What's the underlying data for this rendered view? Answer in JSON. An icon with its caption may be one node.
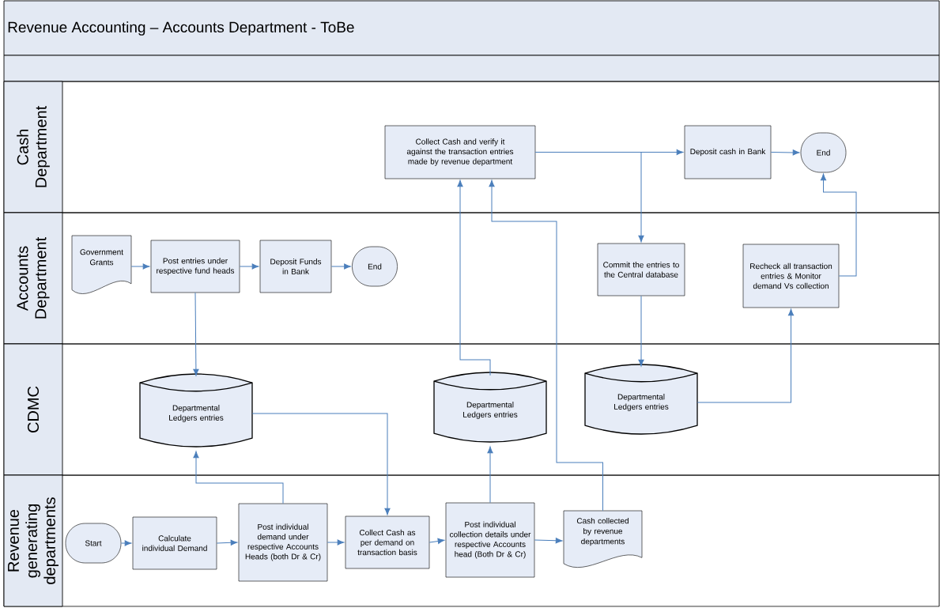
{
  "diagram": {
    "title": "Revenue Accounting – Accounts Department - ToBe",
    "nodes": [
      {
        "text": [
          "Cash Department"
        ]
      },
      {
        "text": [
          "Collect Cash and verify it against the transaction entries made by revenue department"
        ],
        "in": 0
      },
      {
        "text": [
          "Deposit cash in Bank"
        ],
        "in": 0
      },
      {
        "text": [
          "End"
        ],
        "in": 0
      },
      {
        "text": [
          "Accounts Department"
        ]
      },
      {
        "text": [
          "Government Grants"
        ],
        "in": 4
      },
      {
        "text": [
          "Post entries under respective fund heads"
        ],
        "in": 4
      },
      {
        "text": [
          "Deposit Funds in Bank"
        ],
        "in": 4
      },
      {
        "text": [
          "End"
        ],
        "in": 4
      },
      {
        "text": [
          "Commit the entries to the Central database"
        ],
        "in": 4
      },
      {
        "text": [
          "Recheck all transaction entries & Monitor demand Vs collection"
        ],
        "in": 4
      },
      {
        "text": [
          "CDMC"
        ]
      },
      {
        "text": [
          "Departmental Ledgers entries"
        ],
        "in": 11
      },
      {
        "text": [
          "Departmental Ledgers entries"
        ],
        "in": 11
      },
      {
        "text": [
          "Departmental Ledgers entries"
        ],
        "in": 11
      },
      {
        "text": [
          "Revenue generating departments"
        ]
      },
      {
        "text": [
          "Start"
        ],
        "in": 15
      },
      {
        "text": [
          "Calculate individual Demand"
        ],
        "in": 15
      },
      {
        "text": [
          "Post individual demand under respective Accounts Heads (both Dr & Cr)"
        ],
        "in": 15
      },
      {
        "text": [
          "Collect Cash as per demand on transaction basis"
        ],
        "in": 15
      },
      {
        "text": [
          "Post individual collection details under respective Accounts head (Both Dr & Cr)"
        ],
        "in": 15
      },
      {
        "text": [
          "Cash collected by revenue departments"
        ],
        "in": 15
      }
    ],
    "edges": [
      {
        "from": 1,
        "to": 2,
        "arrow": "to"
      },
      {
        "from": 1,
        "to": 9,
        "arrow": "to"
      },
      {
        "from": 2,
        "to": 3,
        "arrow": "to"
      },
      {
        "from": 5,
        "to": 6,
        "arrow": "to"
      },
      {
        "from": 6,
        "to": 7,
        "arrow": "to"
      },
      {
        "from": 7,
        "to": 8,
        "arrow": "to"
      },
      {
        "from": 6,
        "to": 12,
        "arrow": "to"
      },
      {
        "from": 9,
        "to": 14,
        "arrow": "to"
      },
      {
        "from": 14,
        "to": 10,
        "arrow": "to"
      },
      {
        "from": 10,
        "to": 3,
        "arrow": "to"
      },
      {
        "from": 12,
        "to": 19,
        "arrow": "to"
      },
      {
        "from": 16,
        "to": 17,
        "arrow": "to"
      },
      {
        "from": 17,
        "to": 18,
        "arrow": "to"
      },
      {
        "from": 18,
        "to": 19,
        "arrow": "to"
      },
      {
        "from": 19,
        "to": 20,
        "arrow": "to"
      },
      {
        "from": 20,
        "to": 21,
        "arrow": "to"
      },
      {
        "from": 18,
        "to": 12,
        "arrow": "to"
      },
      {
        "from": 20,
        "to": 13,
        "arrow": "to"
      },
      {
        "from": 13,
        "to": 1,
        "arrow": "to"
      },
      {
        "from": 21,
        "to": 1,
        "arrow": "to"
      }
    ]
  }
}
